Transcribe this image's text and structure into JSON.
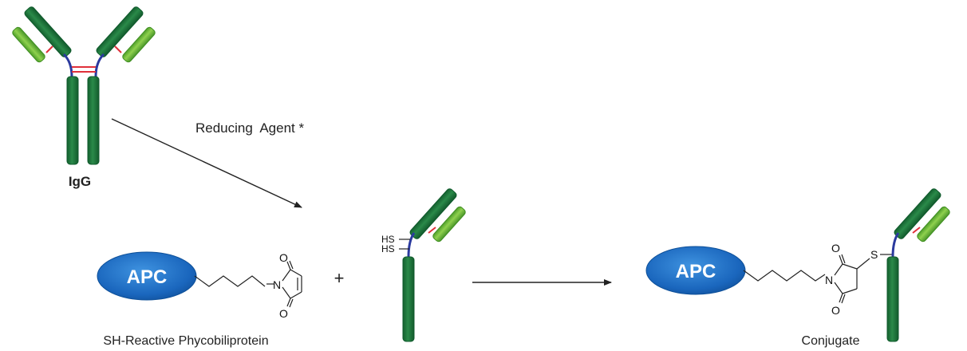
{
  "igg_label": "IgG",
  "reducing_agent_label": "Reducing  Agent *",
  "apc_label": "APC",
  "plus_sign": "+",
  "left_caption": "SH-Reactive Phycobiliprotein",
  "right_caption": "Conjugate",
  "chem": {
    "oxygen": "O",
    "nitrogen": "N",
    "sulfur": "S",
    "thiol": "HS"
  },
  "colors": {
    "heavy_chain": "#1f7a3f",
    "heavy_chain_edge": "#0f5a2c",
    "light_chain": "#6cbf3b",
    "light_chain_edge": "#3f8f22",
    "hinge": "#2b3a9e",
    "disulfide": "#e0303a",
    "apc_fill": "#1d6fc4",
    "apc_edge": "#0d4f98"
  }
}
